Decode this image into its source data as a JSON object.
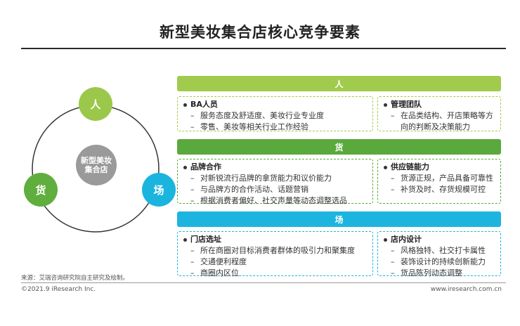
{
  "title": "新型美妆集合店核心竞争要素",
  "diagram": {
    "center": "新型美妆集合店",
    "nodes": {
      "person": "人",
      "goods": "货",
      "venue": "场"
    }
  },
  "sections": {
    "person": {
      "label": "人",
      "left": {
        "heading": "BA人员",
        "items": [
          "服务态度及舒适度、美妆行业专业度",
          "零售、美妆等相关行业工作经验"
        ]
      },
      "right": {
        "heading": "管理团队",
        "items": [
          "在品类结构、开店策略等方向的判断及决策能力"
        ]
      }
    },
    "goods": {
      "label": "货",
      "left": {
        "heading": "品牌合作",
        "items": [
          "对新锐流行品牌的拿货能力和议价能力",
          "与品牌方的合作活动、话题营销",
          "根据消费者偏好、社交声量等动态调整选品"
        ]
      },
      "right": {
        "heading": "供应链能力",
        "items": [
          "货源正规，产品具备可靠性",
          "补货及时、存货规模可控"
        ]
      }
    },
    "venue": {
      "label": "场",
      "left": {
        "heading": "门店选址",
        "items": [
          "所在商圈对目标消费者群体的吸引力和聚集度",
          "交通便利程度",
          "商圈内区位"
        ]
      },
      "right": {
        "heading": "店内设计",
        "items": [
          "风格独特、社交打卡属性",
          "装饰设计的持续创新能力",
          "货品陈列动态调整"
        ]
      }
    }
  },
  "footer": {
    "source": "来源：艾瑞咨询研究院自主研究及绘制。",
    "copyright": "©2021.9 iResearch Inc.",
    "website": "www.iresearch.com.cn"
  },
  "colors": {
    "person": "#a1cb4c",
    "goods": "#5aa93d",
    "venue": "#1db5df",
    "center": "#9a9a9a"
  }
}
